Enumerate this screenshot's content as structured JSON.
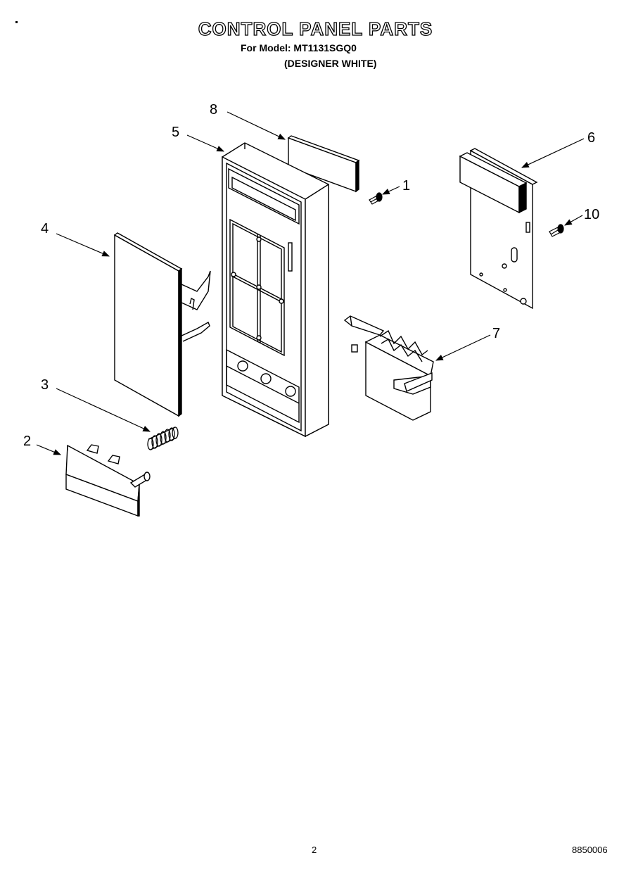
{
  "header": {
    "title": "CONTROL PANEL PARTS",
    "model_line": "For Model: MT1131SGQ0",
    "color_line": "(DESIGNER WHITE)"
  },
  "callouts": {
    "c1": "1",
    "c2": "2",
    "c3": "3",
    "c4": "4",
    "c5": "5",
    "c6": "6",
    "c7": "7",
    "c8": "8",
    "c10": "10"
  },
  "footer": {
    "page_number": "2",
    "document_number": "8850006"
  }
}
